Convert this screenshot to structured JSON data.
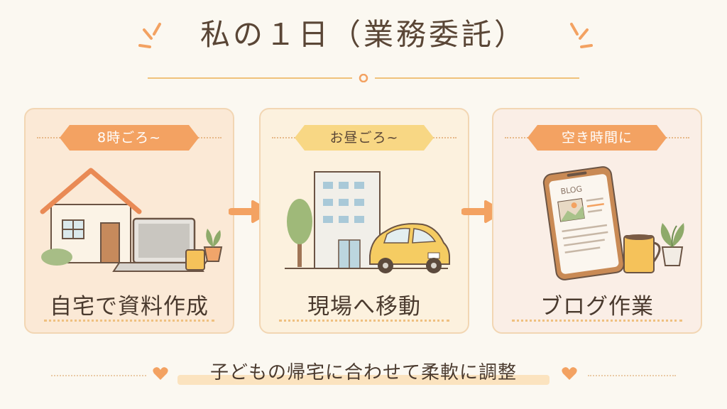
{
  "title": "私の１日（業務委託）",
  "steps": [
    {
      "time": "8時ごろ~",
      "caption": "自宅で資料作成",
      "ribbon_color": "#f3a262"
    },
    {
      "time": "お昼ごろ~",
      "caption": "現場へ移動",
      "ribbon_color": "#f8d784"
    },
    {
      "time": "空き時間に",
      "caption": "ブログ作業",
      "ribbon_color": "#f3a262",
      "screen_label": "BLOG"
    }
  ],
  "footer": "子どもの帰宅に合わせて柔軟に調整",
  "colors": {
    "background": "#fbf8f1",
    "accent_orange": "#f3a262",
    "accent_yellow": "#f8d784",
    "text": "#4a3a2e"
  }
}
